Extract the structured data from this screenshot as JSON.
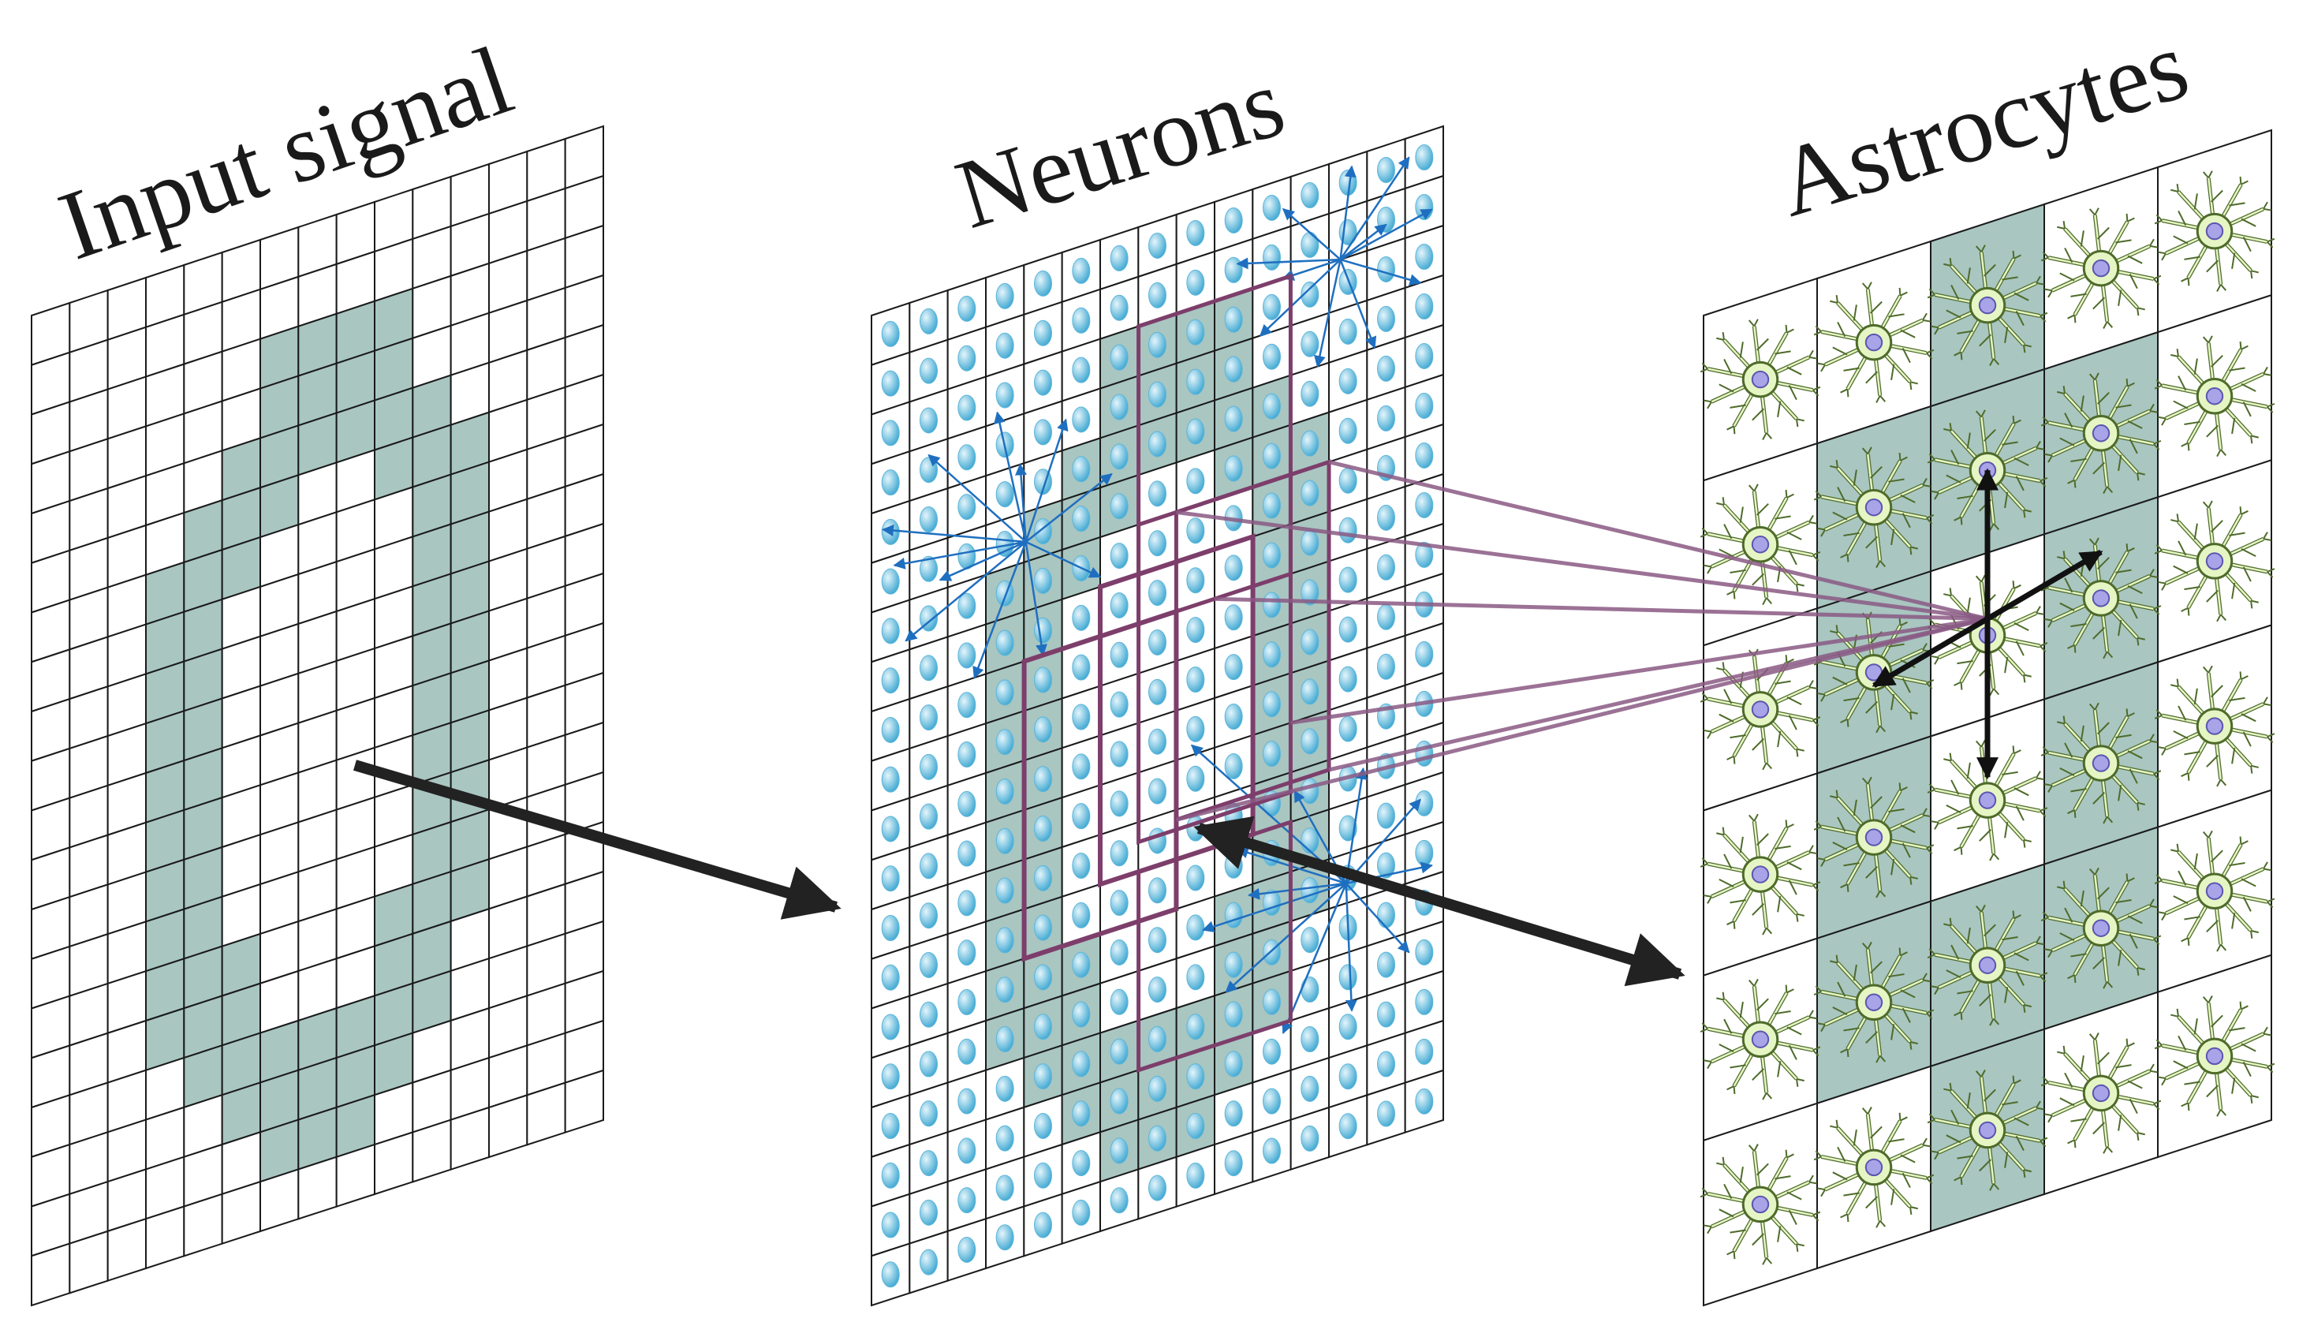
{
  "panels": {
    "input": {
      "title": "Input signal"
    },
    "neurons": {
      "title": "Neurons"
    },
    "astrocytes": {
      "title": "Astrocytes"
    }
  },
  "colors": {
    "grid_line": "#1a1a1a",
    "highlight_fill": "#a9c6c1",
    "neuron_cell": "#55b4d6",
    "neuron_cell_light": "#cdeaf5",
    "neuron_connection": "#1f6fc0",
    "receptive_field": "#7d3e6b",
    "astro_link": "#8a5a84",
    "astrocyte_body": "#e6f5c4",
    "astrocyte_stroke": "#4e6b2a",
    "astrocyte_nucleus": "#a9a3e8",
    "arrow": "#222222"
  },
  "grids": {
    "input": {
      "rows": 20,
      "cols": 15,
      "highlighted_rows": [
        [],
        [],
        [
          6,
          7,
          8,
          9
        ],
        [
          6,
          7,
          8,
          9
        ],
        [
          5,
          6,
          7,
          8,
          9,
          10
        ],
        [
          4,
          5,
          6,
          9,
          10,
          11
        ],
        [
          3,
          4,
          5,
          10,
          11
        ],
        [
          3,
          4,
          10,
          11
        ],
        [
          3,
          4,
          10,
          11
        ],
        [
          3,
          4,
          10,
          11
        ],
        [
          3,
          4,
          10,
          11
        ],
        [
          3,
          4,
          10,
          11
        ],
        [
          3,
          4,
          10,
          11
        ],
        [
          3,
          4,
          10,
          11
        ],
        [
          3,
          4,
          5,
          9,
          10,
          11
        ],
        [
          3,
          4,
          5,
          9,
          10
        ],
        [
          4,
          5,
          6,
          7,
          8,
          9,
          10
        ],
        [
          5,
          6,
          7,
          8,
          9
        ],
        [
          6,
          7,
          8
        ],
        []
      ]
    },
    "neurons": {
      "rows": 20,
      "cols": 15,
      "highlighted_rows": [
        [],
        [],
        [
          6,
          7,
          8,
          9
        ],
        [
          6,
          7,
          8,
          9
        ],
        [
          5,
          6,
          7,
          8,
          9,
          10
        ],
        [
          4,
          5,
          6,
          9,
          10,
          11
        ],
        [
          3,
          4,
          5,
          10,
          11
        ],
        [
          3,
          4,
          10,
          11
        ],
        [
          3,
          4,
          10,
          11
        ],
        [
          3,
          4,
          10,
          11
        ],
        [
          3,
          4,
          10,
          11
        ],
        [
          3,
          4,
          10,
          11
        ],
        [
          3,
          4,
          10,
          11
        ],
        [
          3,
          4,
          10,
          11
        ],
        [
          3,
          4,
          5,
          9,
          10,
          11
        ],
        [
          3,
          4,
          5,
          9,
          10
        ],
        [
          4,
          5,
          6,
          7,
          8,
          9,
          10
        ],
        [
          5,
          6,
          7,
          8,
          9
        ],
        [
          6,
          7,
          8
        ],
        []
      ]
    },
    "astrocytes": {
      "rows": 6,
      "cols": 5,
      "highlighted_rows": [
        [
          2
        ],
        [
          1,
          2,
          3
        ],
        [
          1,
          3
        ],
        [
          1,
          3
        ],
        [
          1,
          2,
          3
        ],
        [
          2
        ]
      ]
    }
  }
}
